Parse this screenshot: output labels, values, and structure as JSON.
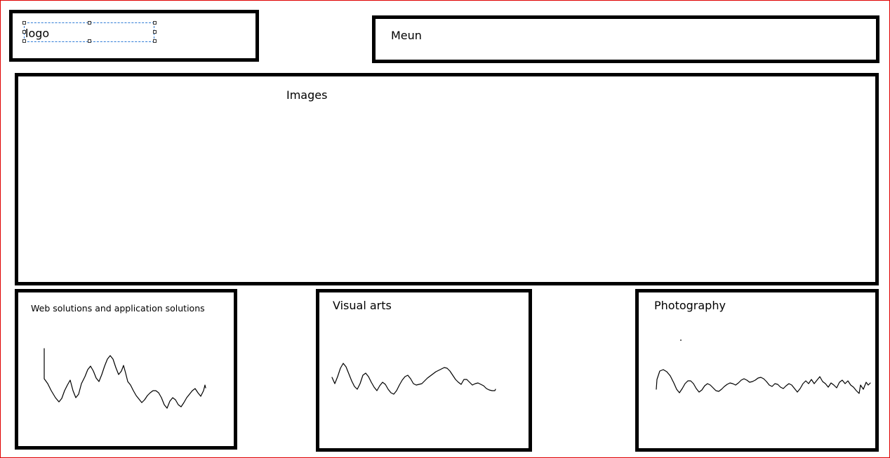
{
  "header": {
    "logo_label": "logo",
    "menu_label": "Meun"
  },
  "hero": {
    "label": "Images"
  },
  "cards": [
    {
      "title": "Web solutions and application solutions"
    },
    {
      "title": "Visual arts"
    },
    {
      "title": "Photography"
    }
  ]
}
